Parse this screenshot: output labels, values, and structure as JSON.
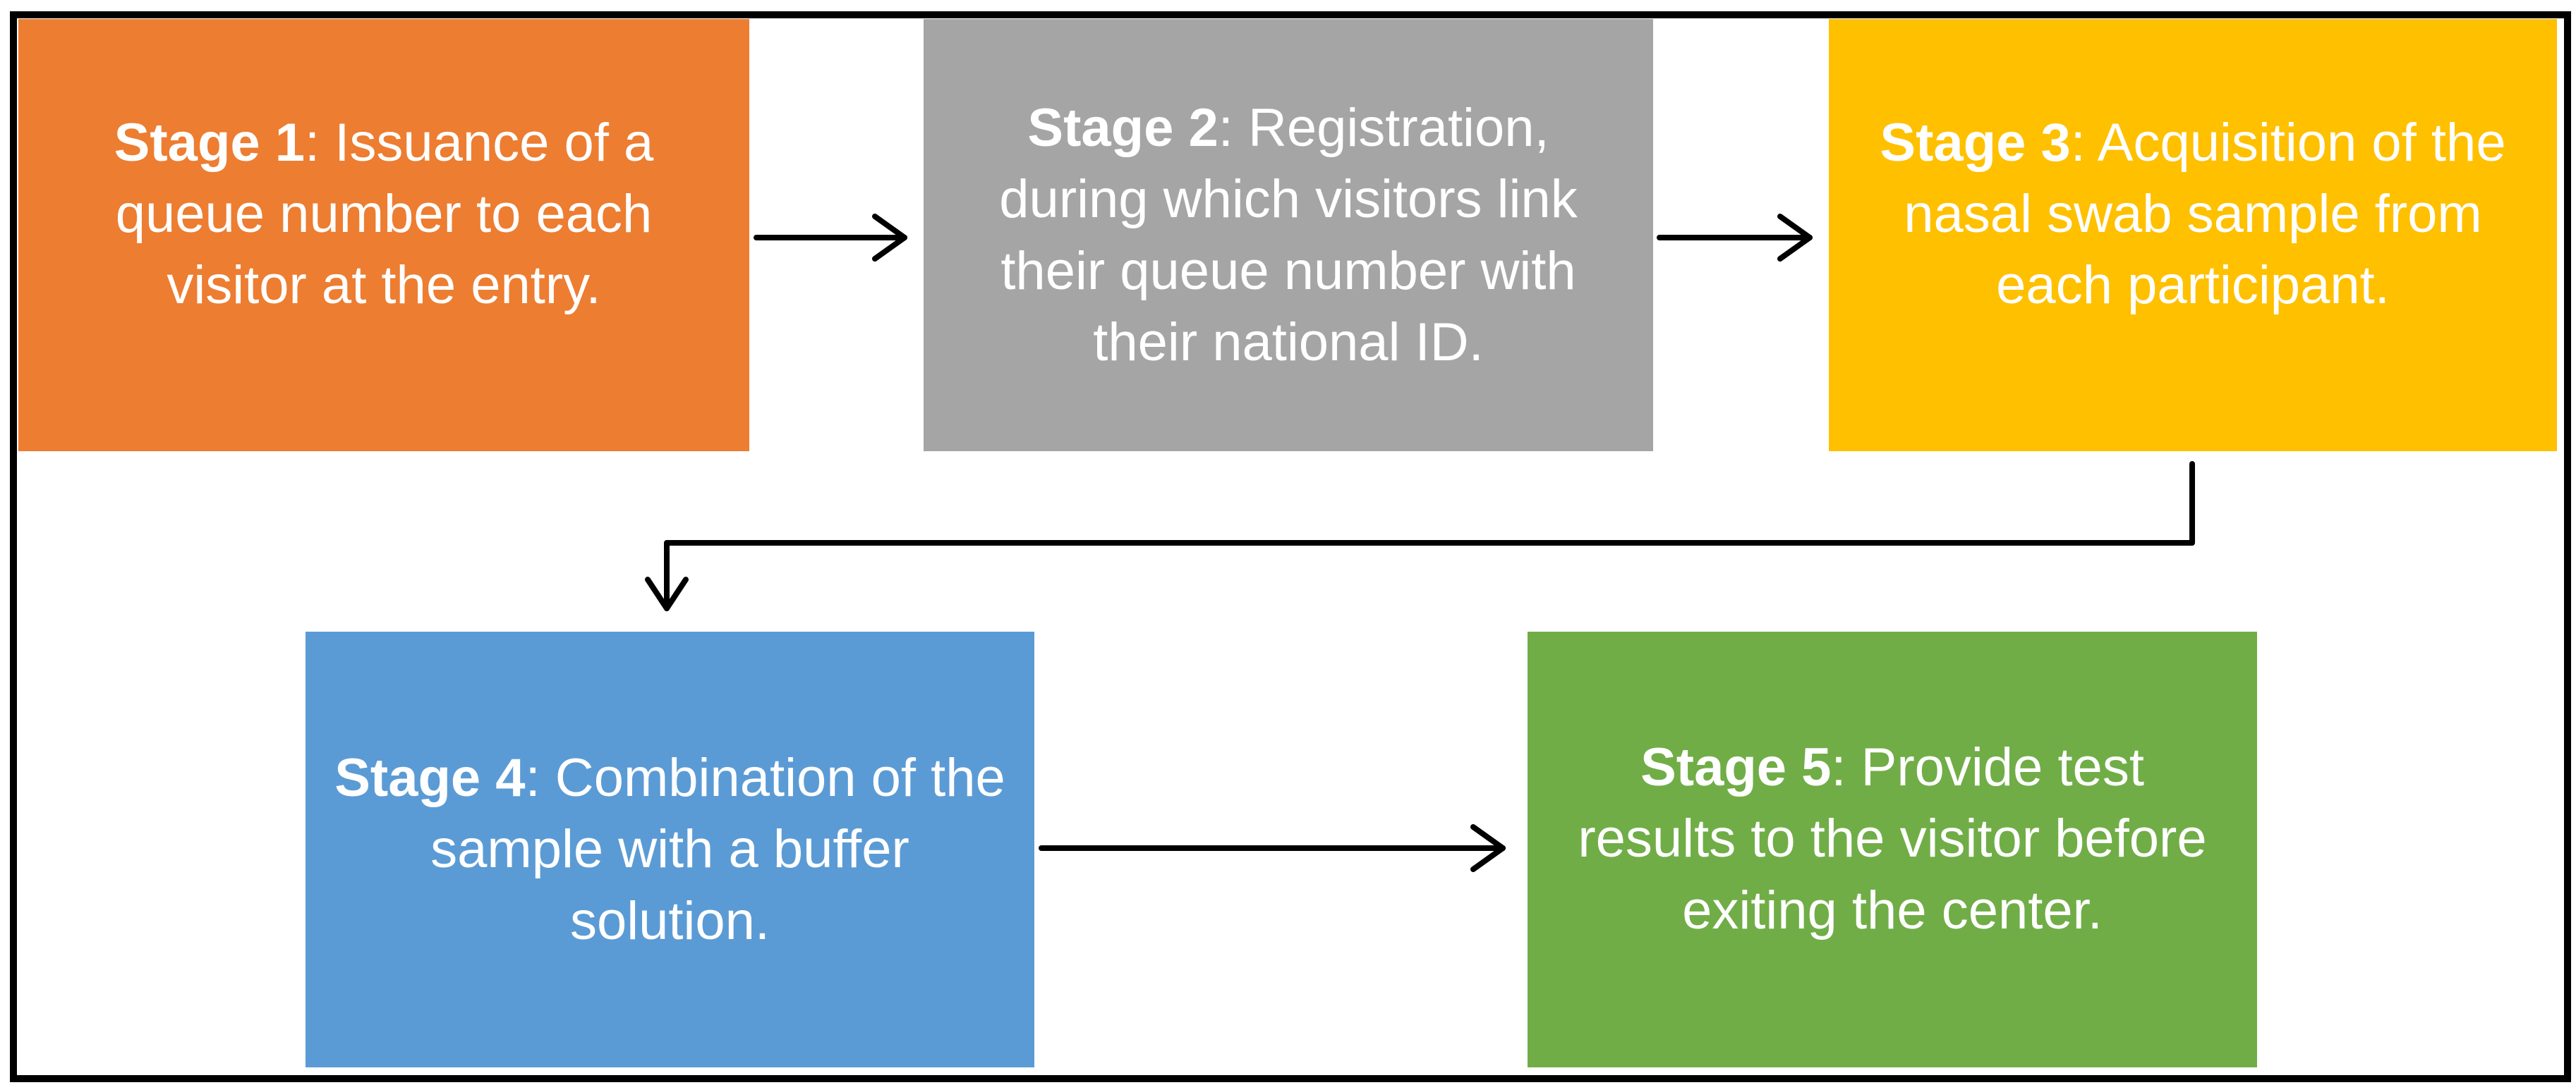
{
  "stages": [
    {
      "id": "stage-1",
      "label": "Stage 1",
      "text": ": Issuance of a queue number to each visitor at the entry.",
      "color": "#ED7D31"
    },
    {
      "id": "stage-2",
      "label": "Stage 2",
      "text": ": Registration, during which visitors link their queue number with their national ID.",
      "color": "#A5A5A5"
    },
    {
      "id": "stage-3",
      "label": "Stage 3",
      "text": ": Acquisition of the nasal swab sample from each participant.",
      "color": "#FFC000"
    },
    {
      "id": "stage-4",
      "label": "Stage 4",
      "text": ": Combination of the sample with a buffer solution.",
      "color": "#5B9BD5"
    },
    {
      "id": "stage-5",
      "label": "Stage 5",
      "text": ": Provide test results to the visitor before exiting the center.",
      "color": "#70AD47"
    }
  ],
  "connectors": [
    {
      "from": "stage-1",
      "to": "stage-2"
    },
    {
      "from": "stage-2",
      "to": "stage-3"
    },
    {
      "from": "stage-3",
      "to": "stage-4"
    },
    {
      "from": "stage-4",
      "to": "stage-5"
    }
  ]
}
